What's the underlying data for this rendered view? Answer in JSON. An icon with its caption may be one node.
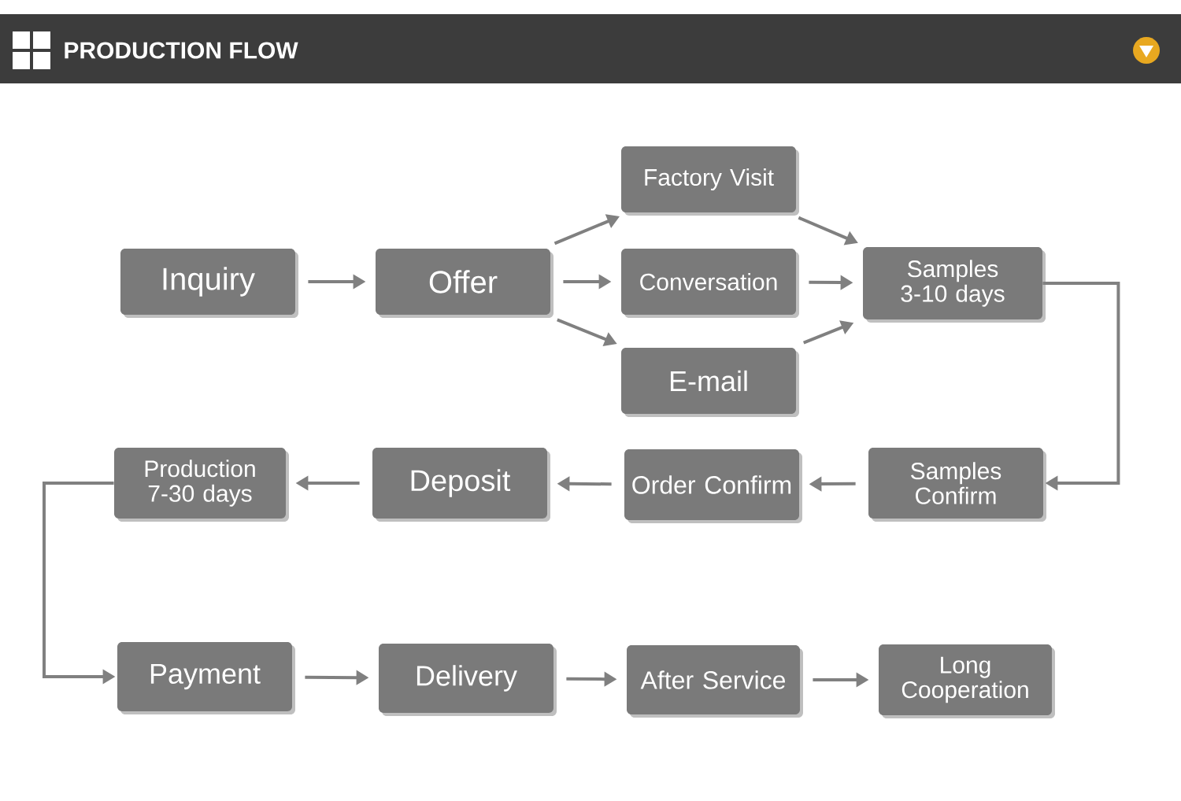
{
  "diagram": {
    "title": "PRODUCTION FLOW",
    "nodes": [
      {
        "text": [
          "Inquiry"
        ]
      },
      {
        "text": [
          "Offer"
        ]
      },
      {
        "text": [
          "Factory Visit"
        ]
      },
      {
        "text": [
          "Conversation"
        ]
      },
      {
        "text": [
          "E-mail"
        ]
      },
      {
        "text": [
          "Samples 3-10 days"
        ]
      },
      {
        "text": [
          "Samples Confirm"
        ]
      },
      {
        "text": [
          "Order Confirm"
        ]
      },
      {
        "text": [
          "Deposit"
        ]
      },
      {
        "text": [
          "Production 7-30 days"
        ]
      },
      {
        "text": [
          "Payment"
        ]
      },
      {
        "text": [
          "Delivery"
        ]
      },
      {
        "text": [
          "After Service"
        ]
      },
      {
        "text": [
          "Long Cooperation"
        ]
      }
    ],
    "edges": [
      {
        "from": 0,
        "to": 1,
        "arrow": "to"
      },
      {
        "from": 1,
        "to": 2,
        "arrow": "to"
      },
      {
        "from": 1,
        "to": 3,
        "arrow": "to"
      },
      {
        "from": 1,
        "to": 4,
        "arrow": "to"
      },
      {
        "from": 2,
        "to": 5,
        "arrow": "to"
      },
      {
        "from": 3,
        "to": 5,
        "arrow": "to"
      },
      {
        "from": 4,
        "to": 5,
        "arrow": "to"
      },
      {
        "from": 5,
        "to": 6,
        "arrow": "to"
      },
      {
        "from": 6,
        "to": 7,
        "arrow": "to"
      },
      {
        "from": 7,
        "to": 8,
        "arrow": "to"
      },
      {
        "from": 8,
        "to": 9,
        "arrow": "to"
      },
      {
        "from": 9,
        "to": 10,
        "arrow": "to"
      },
      {
        "from": 10,
        "to": 11,
        "arrow": "to"
      },
      {
        "from": 11,
        "to": 12,
        "arrow": "to"
      },
      {
        "from": 12,
        "to": 13,
        "arrow": "to"
      }
    ]
  }
}
